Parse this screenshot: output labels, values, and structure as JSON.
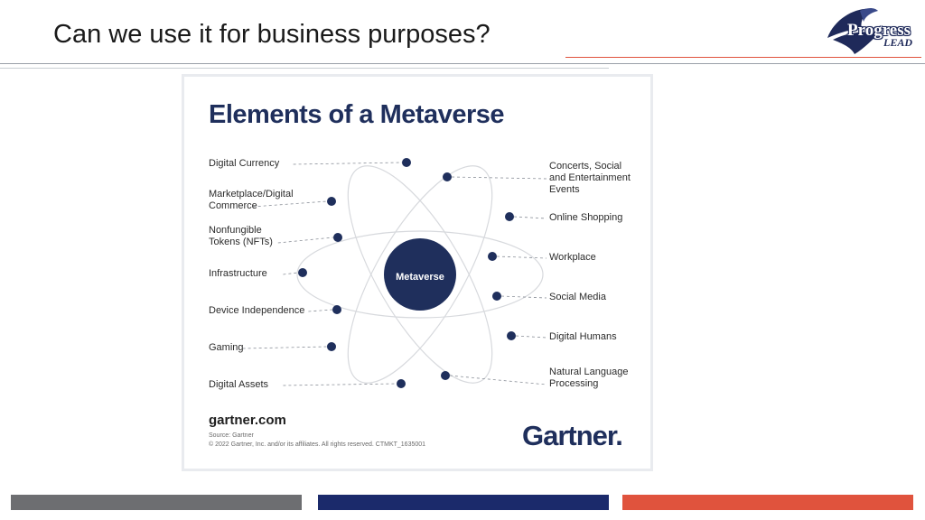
{
  "slide": {
    "title": "Can we use it for business purposes?"
  },
  "logo": {
    "word1": "Progress",
    "word2": "LEAD",
    "icon": "progress-lead-logo"
  },
  "figure": {
    "title": "Elements of a Metaverse",
    "center": "Metaverse",
    "left_elements": [
      [
        "Digital Currency"
      ],
      [
        "Marketplace/Digital",
        "Commerce"
      ],
      [
        "Nonfungible",
        "Tokens (NFTs)"
      ],
      [
        "Infrastructure"
      ],
      [
        "Device Independence"
      ],
      [
        "Gaming"
      ],
      [
        "Digital Assets"
      ]
    ],
    "right_elements": [
      [
        "Concerts, Social",
        "and Entertainment",
        "Events"
      ],
      [
        "Online Shopping"
      ],
      [
        "Workplace"
      ],
      [
        "Social Media"
      ],
      [
        "Digital Humans"
      ],
      [
        "Natural Language",
        "Processing"
      ]
    ],
    "source_site": "gartner.com",
    "source": "Source: Gartner",
    "copyright": "© 2022 Gartner, Inc. and/or its affiliates. All rights reserved. CTMKT_1635001",
    "brand": "Gartner."
  },
  "colors": {
    "navy": "#1f2f5c",
    "bar_gray": "#6d6e71",
    "bar_navy": "#1b2a6b",
    "bar_red": "#e0533d"
  }
}
